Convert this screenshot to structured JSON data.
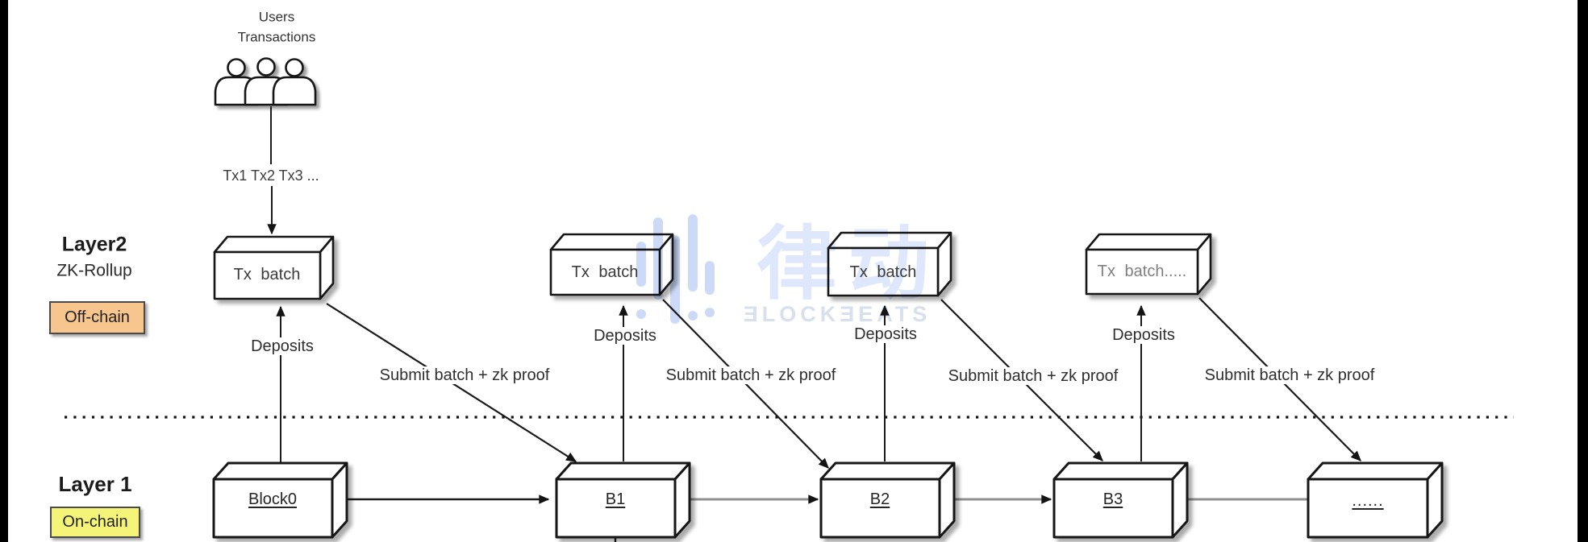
{
  "frame": {
    "background": "#ffffff",
    "side_bars": "#000000"
  },
  "source": {
    "users_title_line1": "Users",
    "users_title_line2": "Transactions",
    "tx_stream_label": "Tx1 Tx2 Tx3 ..."
  },
  "layer2": {
    "title": "Layer2",
    "subtitle": "ZK-Rollup",
    "badge_label": "Off-chain",
    "badge_fill": "#f6c68e"
  },
  "layer1": {
    "title": "Layer 1",
    "badge_label": "On-chain",
    "badge_fill": "#f4f478"
  },
  "batches": [
    {
      "label": "Tx batch"
    },
    {
      "label": "Tx batch"
    },
    {
      "label": "Tx batch"
    },
    {
      "label": "Tx batch....."
    }
  ],
  "blocks": [
    {
      "label": "Block0"
    },
    {
      "label": "B1"
    },
    {
      "label": "B2"
    },
    {
      "label": "B3"
    },
    {
      "label": "......"
    }
  ],
  "edges": {
    "deposits": [
      "Deposits",
      "Deposits",
      "Deposits",
      "Deposits"
    ],
    "submit": [
      "Submit batch + zk proof",
      "Submit batch + zk proof",
      "Submit batch + zk proof",
      "Submit batch + zk proof"
    ]
  },
  "watermark": {
    "cjk": "律动",
    "brand": "ƎLOCKƎEATS",
    "accent_color": "#ccdaf8"
  }
}
